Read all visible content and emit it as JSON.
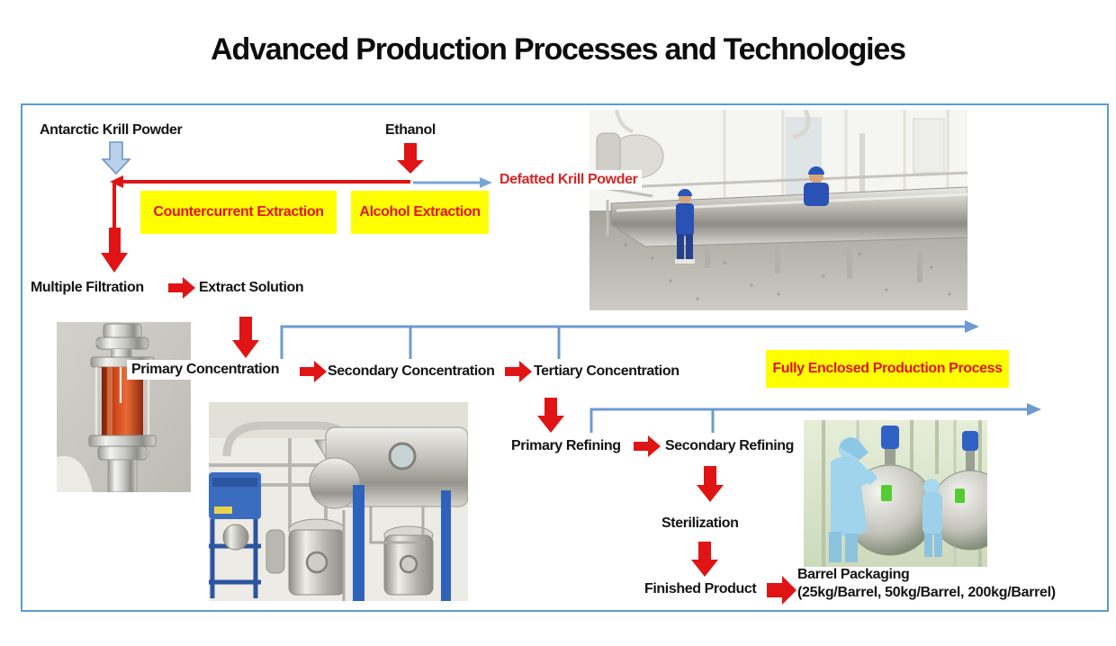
{
  "title": "Advanced Production Processes and Technologies",
  "colors": {
    "accent_red": "#e01414",
    "text_red": "#d42626",
    "highlight_yellow": "#ffff00",
    "line_blue": "#6f9ad0",
    "light_blue_arrow_fill": "#b9d0ea",
    "frame_border_blue": "#5b9bd5"
  },
  "flow": {
    "inputs": {
      "krill_powder": "Antarctic Krill Powder",
      "ethanol": "Ethanol"
    },
    "defatted": "Defatted Krill Powder",
    "extraction": {
      "countercurrent": "Countercurrent Extraction",
      "alcohol": "Alcohol Extraction"
    },
    "filtration": "Multiple Filtration",
    "extract_solution": "Extract Solution",
    "concentration": {
      "primary": "Primary Concentration",
      "secondary": "Secondary Concentration",
      "tertiary": "Tertiary Concentration"
    },
    "enclosed_process": "Fully Enclosed Production Process",
    "refining": {
      "primary": "Primary Refining",
      "secondary": "Secondary Refining"
    },
    "sterilization": "Sterilization",
    "finished_product": "Finished Product",
    "packaging": {
      "title": "Barrel Packaging",
      "detail": "(25kg/Barrel, 50kg/Barrel, 200kg/Barrel)"
    }
  },
  "photos": [
    "extraction-line-photo",
    "sight-glass-photo",
    "concentration-equipment-photo",
    "reactor-room-photo"
  ]
}
